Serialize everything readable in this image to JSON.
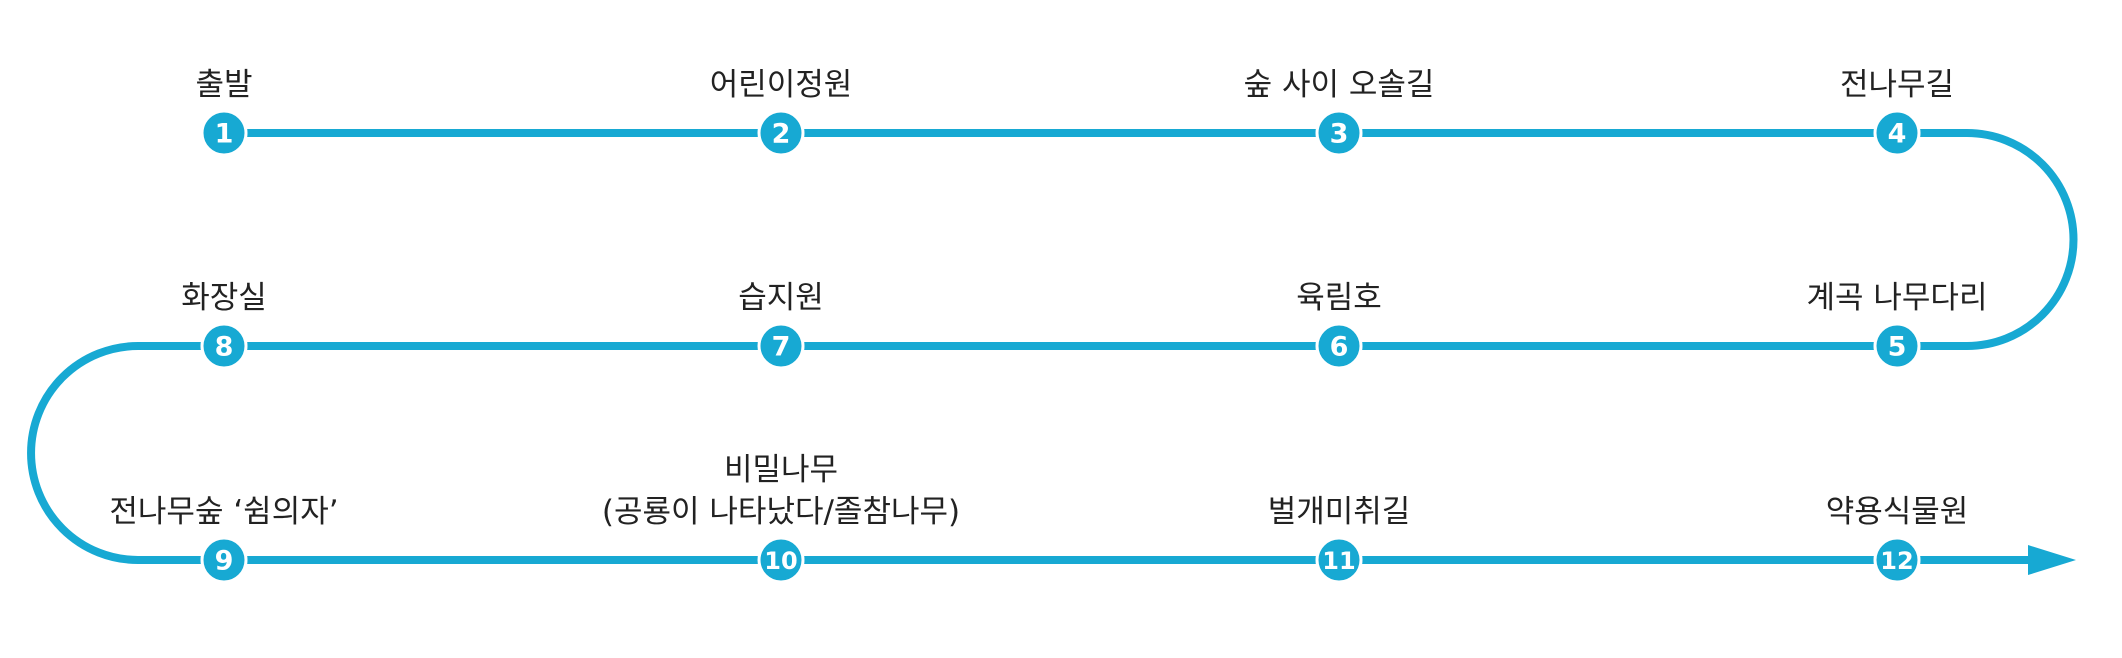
{
  "colors": {
    "route": "#17a9d3",
    "marker_text": "#ffffff",
    "label_text": "#222222",
    "background": "#ffffff"
  },
  "route": {
    "rows": [
      {
        "direction": "left-to-right",
        "stops": [
          0,
          1,
          2,
          3
        ]
      },
      {
        "direction": "right-to-left",
        "stops": [
          4,
          5,
          6,
          7
        ]
      },
      {
        "direction": "left-to-right",
        "stops": [
          8,
          9,
          10,
          11
        ],
        "ends_with_arrow": true
      }
    ]
  },
  "stops": [
    {
      "number": "1",
      "label": [
        "출발"
      ]
    },
    {
      "number": "2",
      "label": [
        "어린이정원"
      ]
    },
    {
      "number": "3",
      "label": [
        "숲 사이 오솔길"
      ]
    },
    {
      "number": "4",
      "label": [
        "전나무길"
      ]
    },
    {
      "number": "5",
      "label": [
        "계곡 나무다리"
      ]
    },
    {
      "number": "6",
      "label": [
        "육림호"
      ]
    },
    {
      "number": "7",
      "label": [
        "습지원"
      ]
    },
    {
      "number": "8",
      "label": [
        "화장실"
      ]
    },
    {
      "number": "9",
      "label": [
        "전나무숲 ‘쉼의자’"
      ]
    },
    {
      "number": "10",
      "label": [
        "비밀나무",
        "(공룡이 나타났다/졸참나무)"
      ]
    },
    {
      "number": "11",
      "label": [
        "벌개미취길"
      ]
    },
    {
      "number": "12",
      "label": [
        "약용식물원"
      ]
    }
  ]
}
